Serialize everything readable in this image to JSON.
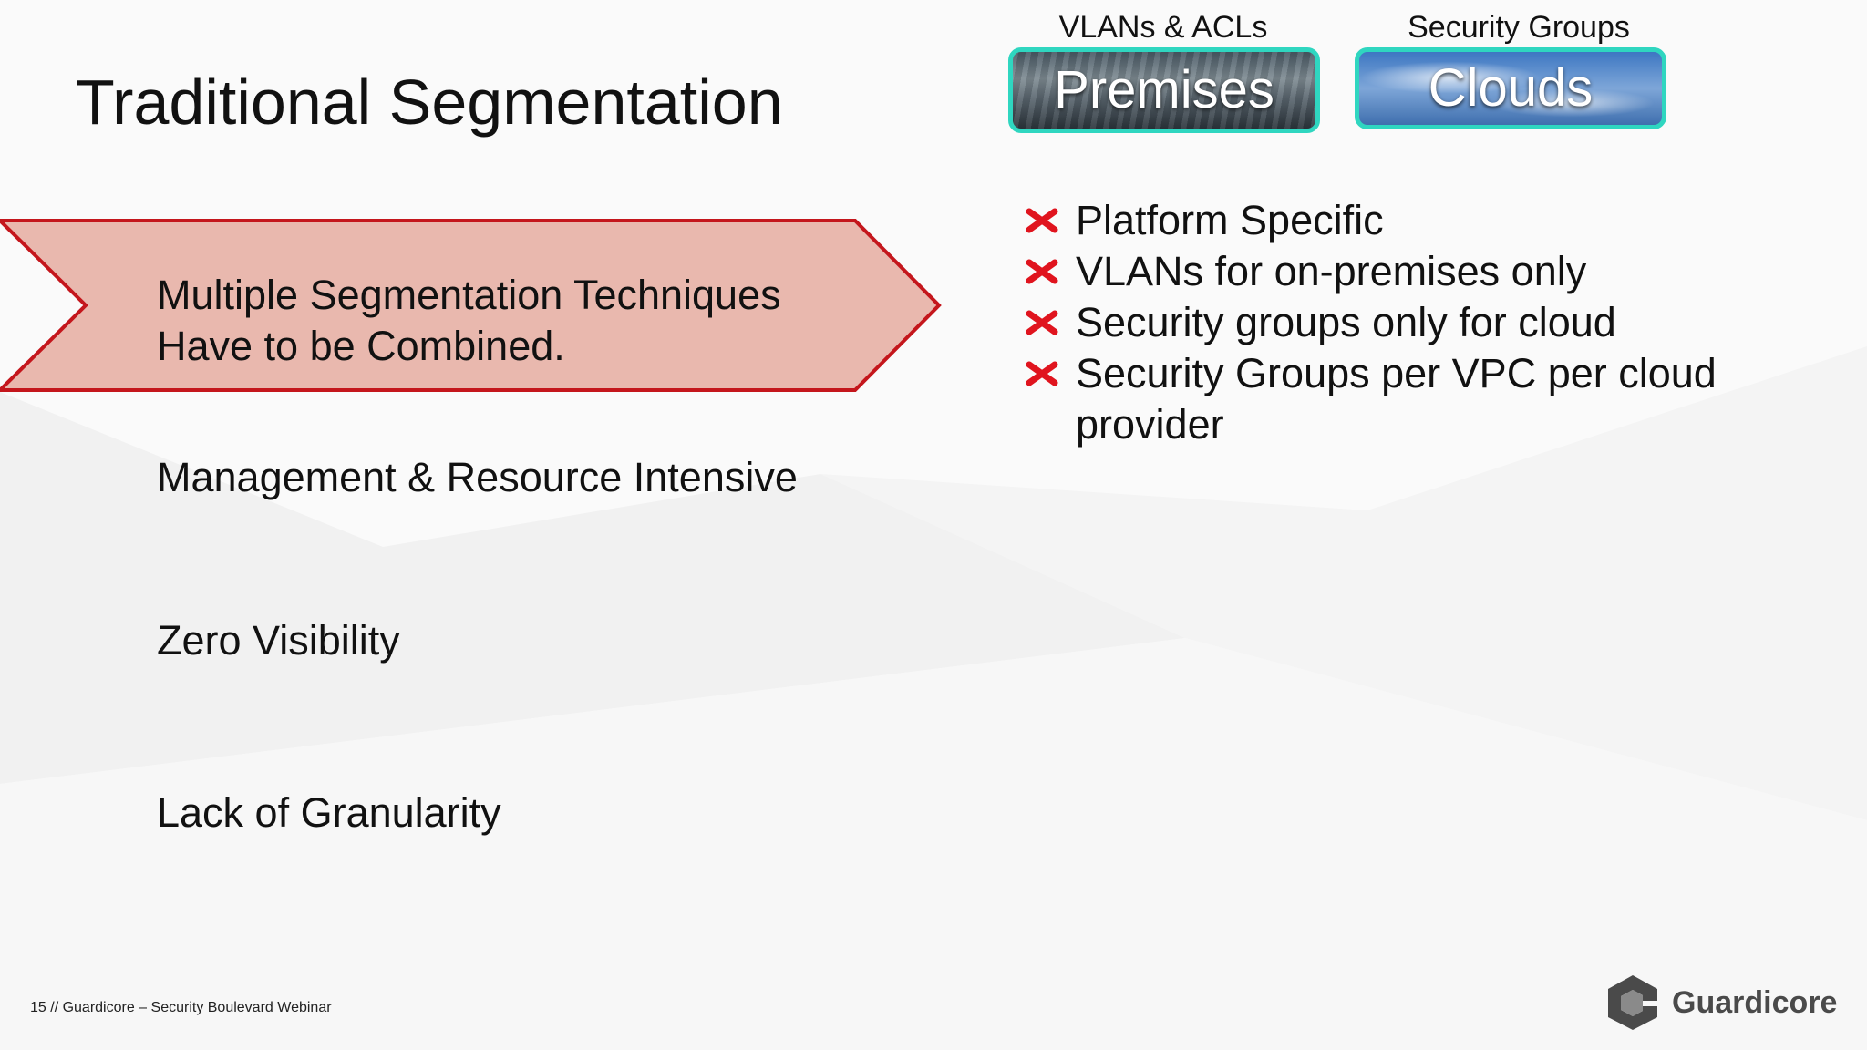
{
  "slide": {
    "title": "Traditional Segmentation",
    "footer": "15 // Guardicore – Security Boulevard Webinar",
    "brand": "Guardicore"
  },
  "environments": [
    {
      "label": "VLANs & ACLs",
      "tile": "Premises"
    },
    {
      "label": "Security Groups",
      "tile": "Clouds"
    }
  ],
  "highlight": {
    "line1": "Multiple Segmentation Techniques",
    "line2": "Have to be Combined."
  },
  "points": [
    "Management & Resource Intensive",
    "Zero Visibility",
    "Lack of Granularity"
  ],
  "issues": [
    "Platform Specific",
    "VLANs for on-premises only",
    "Security groups only for cloud",
    "Security Groups per VPC per cloud provider"
  ],
  "colors": {
    "arrow_fill": "#e9b8ae",
    "arrow_stroke": "#c4161c",
    "x_mark": "#e0141e",
    "tile_border": "#2fd6c0"
  },
  "icons": {
    "bullet": "x-mark-icon",
    "logo": "guardicore-logo-icon"
  }
}
